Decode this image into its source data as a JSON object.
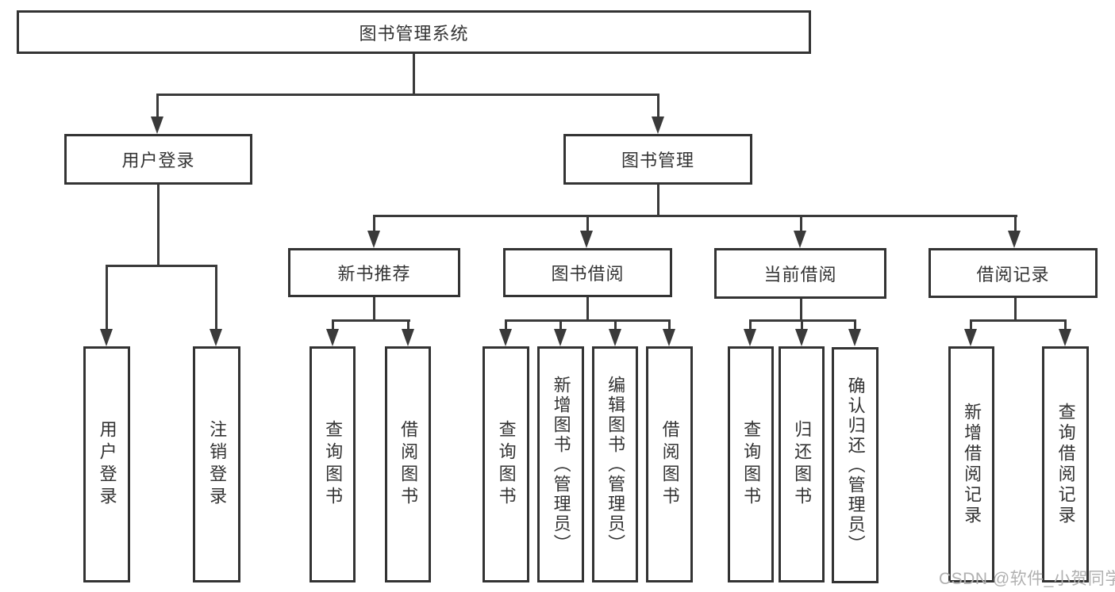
{
  "title": "图书管理系统",
  "root": {
    "label": "图书管理系统"
  },
  "login": {
    "label": "用户登录",
    "children": [
      "用户登录",
      "注销登录"
    ]
  },
  "mgmt": {
    "label": "图书管理",
    "groups": [
      {
        "label": "新书推荐",
        "children": [
          "查询图书",
          "借阅图书"
        ]
      },
      {
        "label": "图书借阅",
        "children": [
          "查询图书",
          "新增图书（管理员）",
          "编辑图书（管理员）",
          "借阅图书"
        ]
      },
      {
        "label": "当前借阅",
        "children": [
          "查询图书",
          "归还图书",
          "确认归还（管理员）"
        ]
      },
      {
        "label": "借阅记录",
        "children": [
          "新增借阅记录",
          "查询借阅记录"
        ]
      }
    ]
  },
  "watermark": "CSDN @软件_小贺同学",
  "colors": {
    "line": "#3a3a3a",
    "border": "#333333",
    "text": "#333333",
    "watermark": "#b0b0b0",
    "background": "#ffffff"
  }
}
